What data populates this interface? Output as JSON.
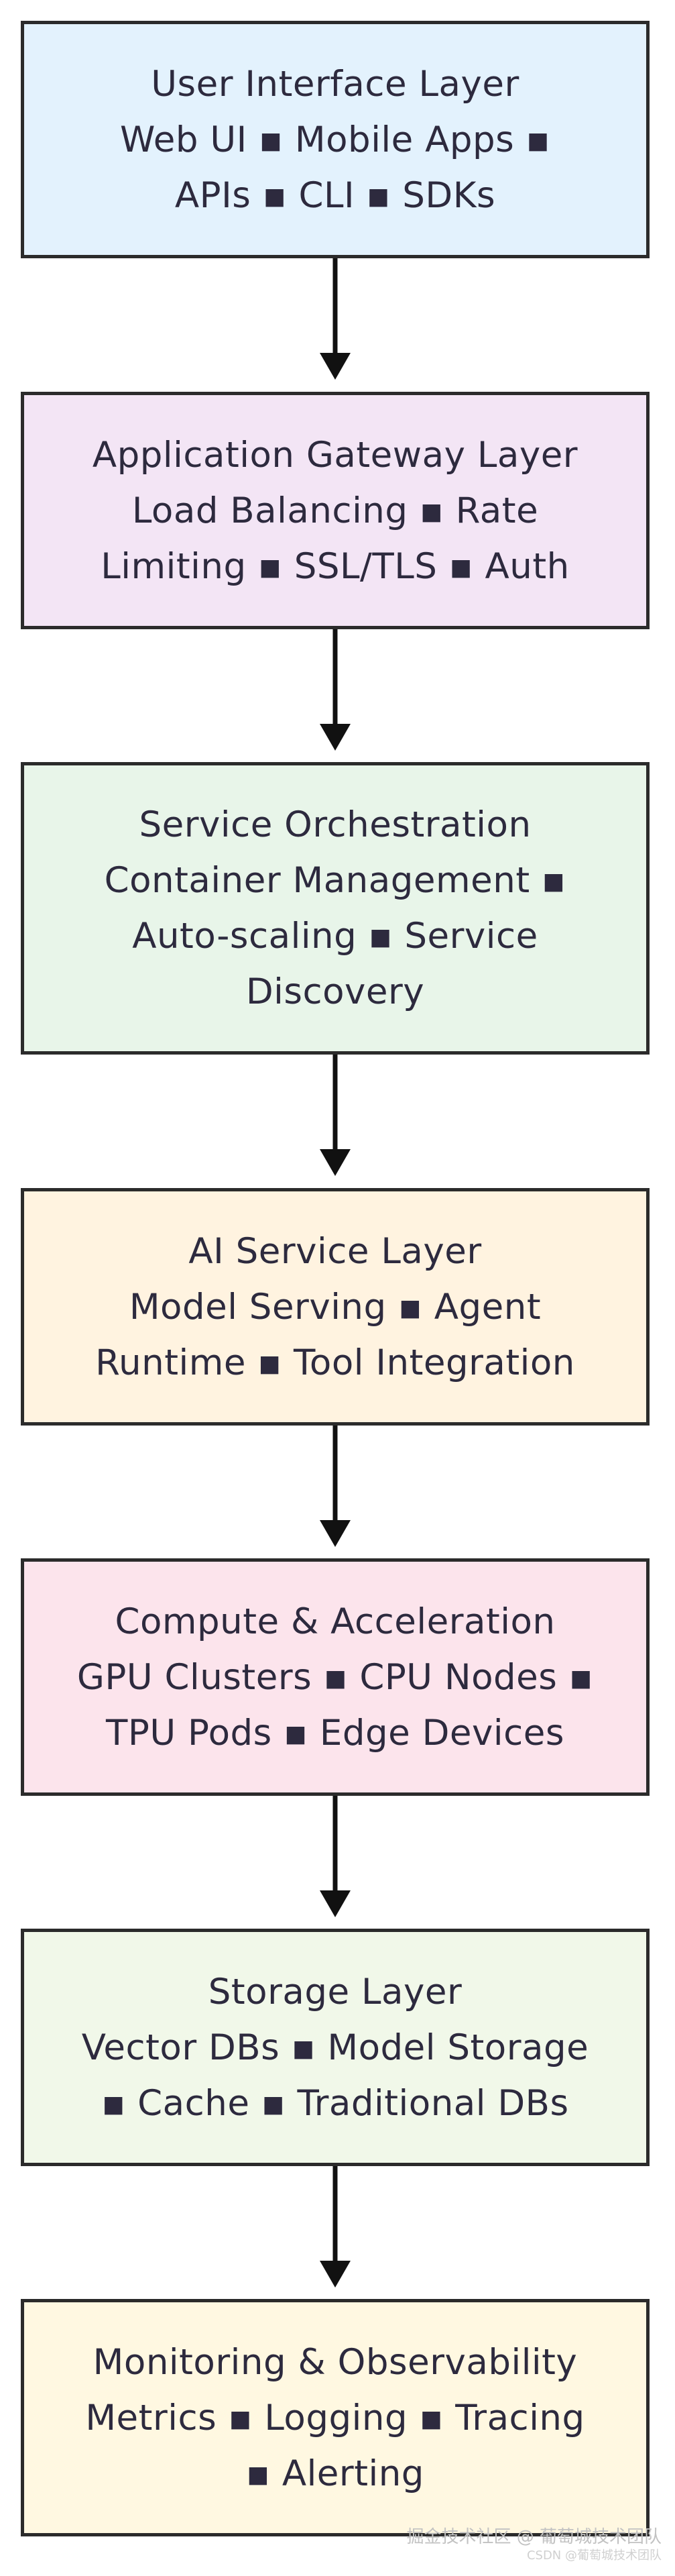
{
  "diagram": {
    "layers": [
      {
        "lines": [
          "User Interface Layer",
          "Web UI ▪ Mobile Apps ▪",
          "APIs ▪ CLI ▪ SDKs"
        ],
        "fill": "#e3f2fd"
      },
      {
        "lines": [
          "Application Gateway Layer",
          "Load Balancing ▪ Rate",
          "Limiting ▪ SSL/TLS ▪ Auth"
        ],
        "fill": "#f3e5f5"
      },
      {
        "lines": [
          "Service Orchestration",
          "Container Management ▪",
          "Auto-scaling ▪ Service",
          "Discovery"
        ],
        "fill": "#e8f5e9"
      },
      {
        "lines": [
          "AI Service Layer",
          "Model Serving ▪ Agent",
          "Runtime ▪ Tool Integration"
        ],
        "fill": "#fff3e0"
      },
      {
        "lines": [
          "Compute & Acceleration",
          "GPU Clusters ▪ CPU Nodes ▪",
          "TPU Pods ▪ Edge Devices"
        ],
        "fill": "#fce4ec"
      },
      {
        "lines": [
          "Storage Layer",
          "Vector DBs ▪ Model Storage",
          "▪ Cache ▪ Traditional DBs"
        ],
        "fill": "#f1f8e9"
      },
      {
        "lines": [
          "Monitoring & Observability",
          "Metrics ▪ Logging ▪ Tracing",
          "▪ Alerting"
        ],
        "fill": "#fff8e1"
      }
    ],
    "border_color": "#2b2b2b",
    "arrow_color": "#111111"
  },
  "watermark": {
    "main": "掘金技术社区 @ 葡萄城技术团队",
    "sub": "CSDN @葡萄城技术团队"
  }
}
